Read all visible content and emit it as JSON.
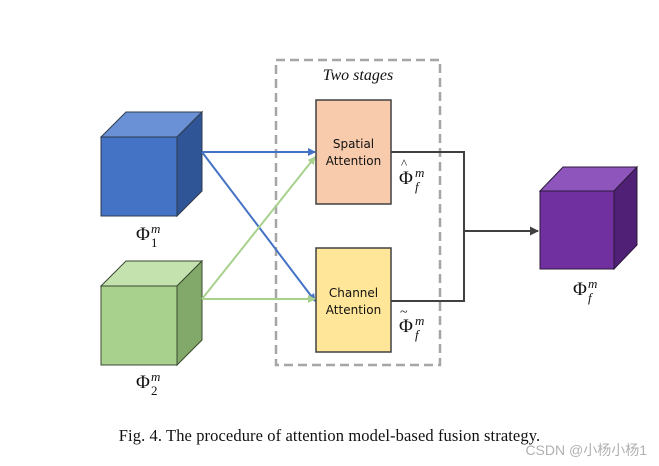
{
  "stage_label": "Two stages",
  "inputs": [
    {
      "label_base": "Φ",
      "label_sub": "1",
      "label_sup": "m",
      "color_front": "#4472C4",
      "color_top": "#6A90D6",
      "color_side": "#2F5597"
    },
    {
      "label_base": "Φ",
      "label_sub": "2",
      "label_sup": "m",
      "color_front": "#A9D18E",
      "color_top": "#C3E2AD",
      "color_side": "#82A86A"
    }
  ],
  "modules": [
    {
      "line1": "Spatial",
      "line2": "Attention",
      "fill": "#F8CBAD",
      "out_base": "Φ",
      "out_accent": "^",
      "out_sup": "m",
      "out_sub": "f"
    },
    {
      "line1": "Channel",
      "line2": "Attention",
      "fill": "#FFE699",
      "out_base": "Φ",
      "out_accent": "~",
      "out_sup": "m",
      "out_sub": "f"
    }
  ],
  "output": {
    "label_base": "Φ",
    "label_sub": "f",
    "label_sup": "m",
    "color_front": "#7030A0",
    "color_top": "#8E55BC",
    "color_side": "#4F2075"
  },
  "arrow_colors": {
    "from_input1": "#4472C4",
    "from_input2": "#A9D18E",
    "merge": "#404040"
  },
  "caption": "Fig. 4.   The procedure of attention model-based fusion strategy.",
  "watermark": "CSDN @小杨小杨1"
}
